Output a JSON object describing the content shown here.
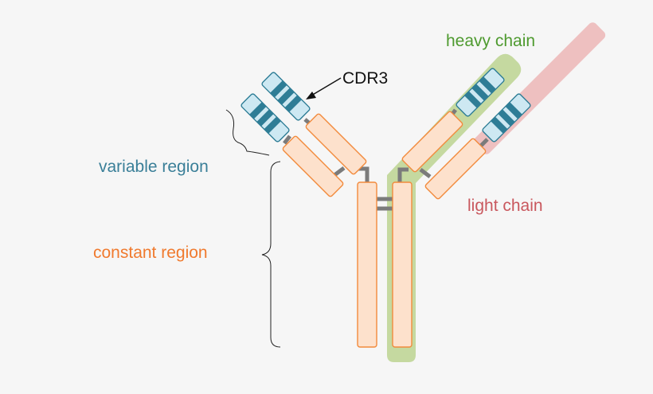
{
  "labels": {
    "heavy_chain": "heavy chain",
    "cdr3": "CDR3",
    "variable_region": "variable region",
    "constant_region": "constant region",
    "light_chain": "light chain"
  },
  "colors": {
    "background": "#f6f6f6",
    "heavy_chain_highlight": "#c5d9a0",
    "light_chain_highlight": "#eec0c0",
    "constant_domain_fill": "#fde1cc",
    "constant_domain_stroke": "#f28a3c",
    "variable_domain_light": "#cde8f2",
    "variable_domain_dark": "#2e7d96",
    "linker": "#7b7b7b",
    "heavy_chain_text": "#4e9a2f",
    "light_chain_text": "#c9585e",
    "variable_region_text": "#3a7f98",
    "constant_region_text": "#f07a2e",
    "cdr3_text": "#111111"
  }
}
